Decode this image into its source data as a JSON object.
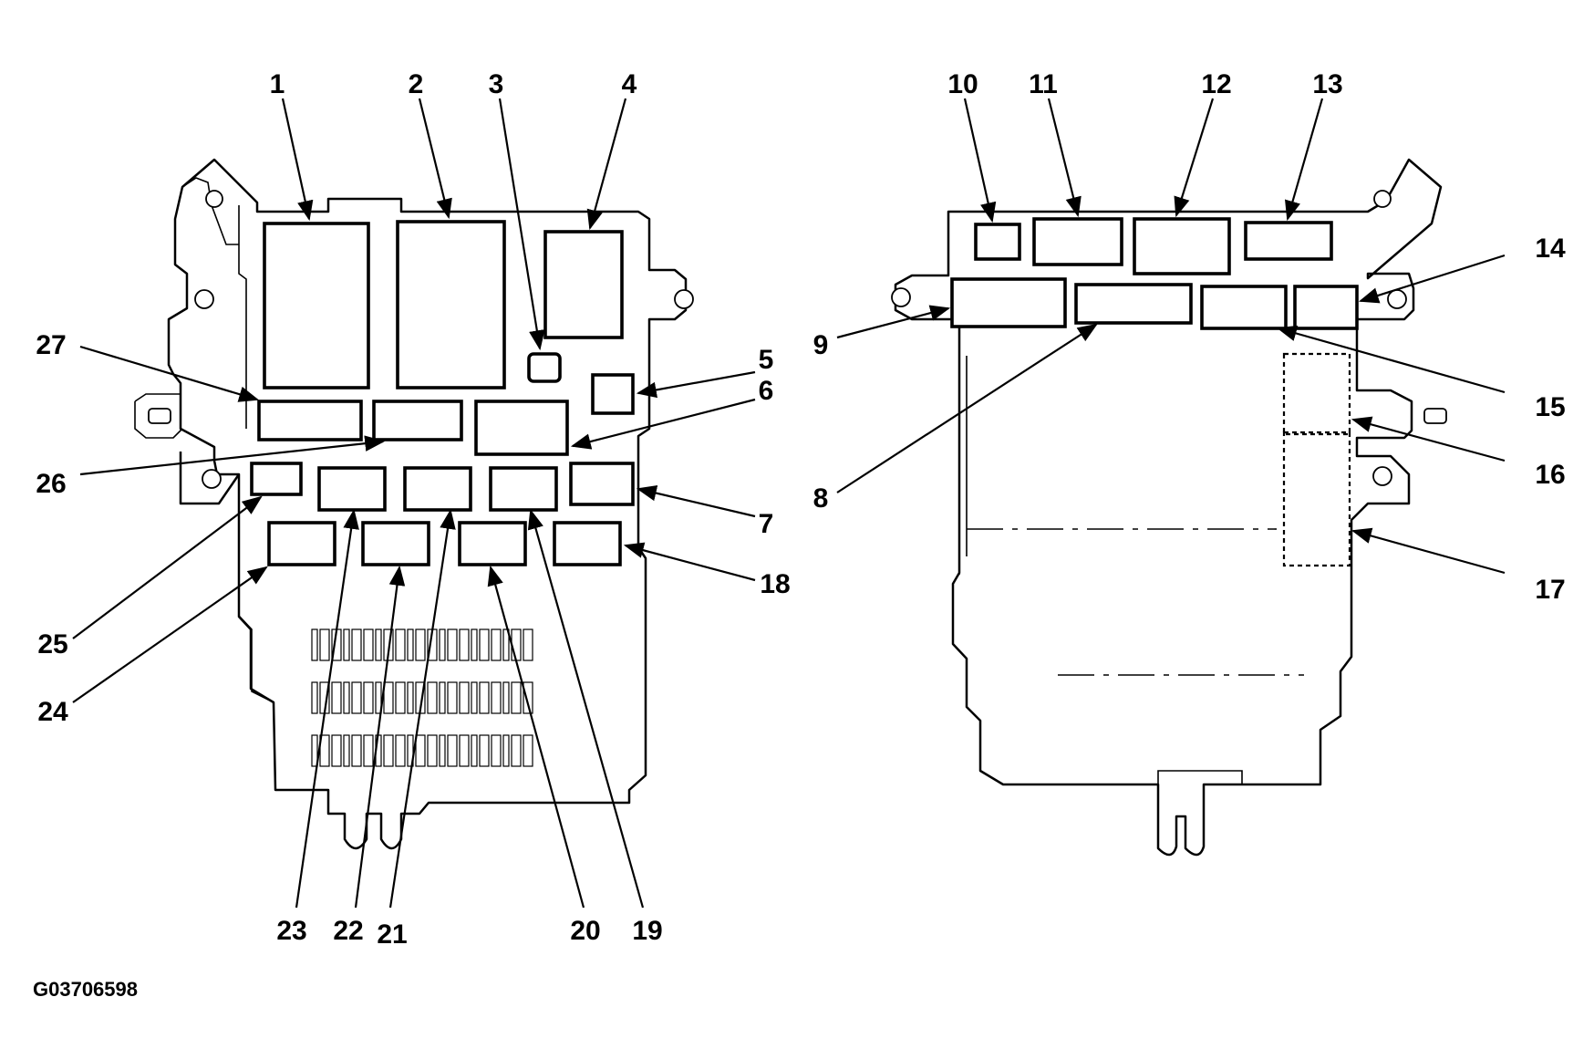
{
  "figure_code": "G03706598",
  "left_view": {
    "callouts": [
      "1",
      "2",
      "3",
      "4",
      "5",
      "6",
      "7",
      "18",
      "19",
      "20",
      "21",
      "22",
      "23",
      "24",
      "25",
      "26",
      "27"
    ]
  },
  "right_view": {
    "callouts": [
      "8",
      "9",
      "10",
      "11",
      "12",
      "13",
      "14",
      "15",
      "16",
      "17"
    ]
  }
}
